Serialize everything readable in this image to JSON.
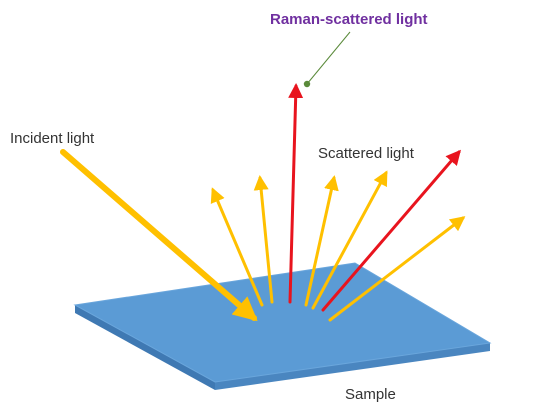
{
  "labels": {
    "raman": "Raman-scattered light",
    "incident": "Incident light",
    "scattered": "Scattered light",
    "sample": "Sample"
  },
  "colors": {
    "sample_top": "#5b9bd5",
    "sample_edge": "#4a86c0",
    "rayleigh": "#ffc000",
    "raman": "#e8141e",
    "raman_label": "#7030a0",
    "leader": "#5a8a3a"
  }
}
